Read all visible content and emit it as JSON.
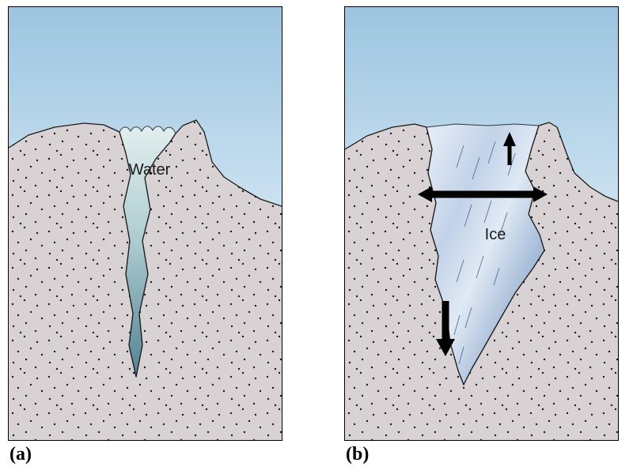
{
  "panels": [
    {
      "caption": "(a)",
      "fill_label": "Water"
    },
    {
      "caption": "(b)",
      "fill_label": "Ice"
    }
  ],
  "icons": {
    "up_arrow": "↑",
    "left_right_arrow": "↔",
    "down_arrow": "↓"
  },
  "colors": {
    "sky_top": "#9cc4e0",
    "sky_mid": "#cfe4f2",
    "sky_bottom": "#eef6fb",
    "rock": "#d8d2d4",
    "stipple": "#1a1a1a",
    "water_top": "#e2eeee",
    "water_mid": "#aecdd1",
    "water_bottom": "#538291",
    "ice_light": "#e8eef7",
    "ice_dark": "#9db5d4",
    "outline": "#1a1a1a",
    "arrow": "#000000",
    "label_text": "#1a1a1a"
  }
}
